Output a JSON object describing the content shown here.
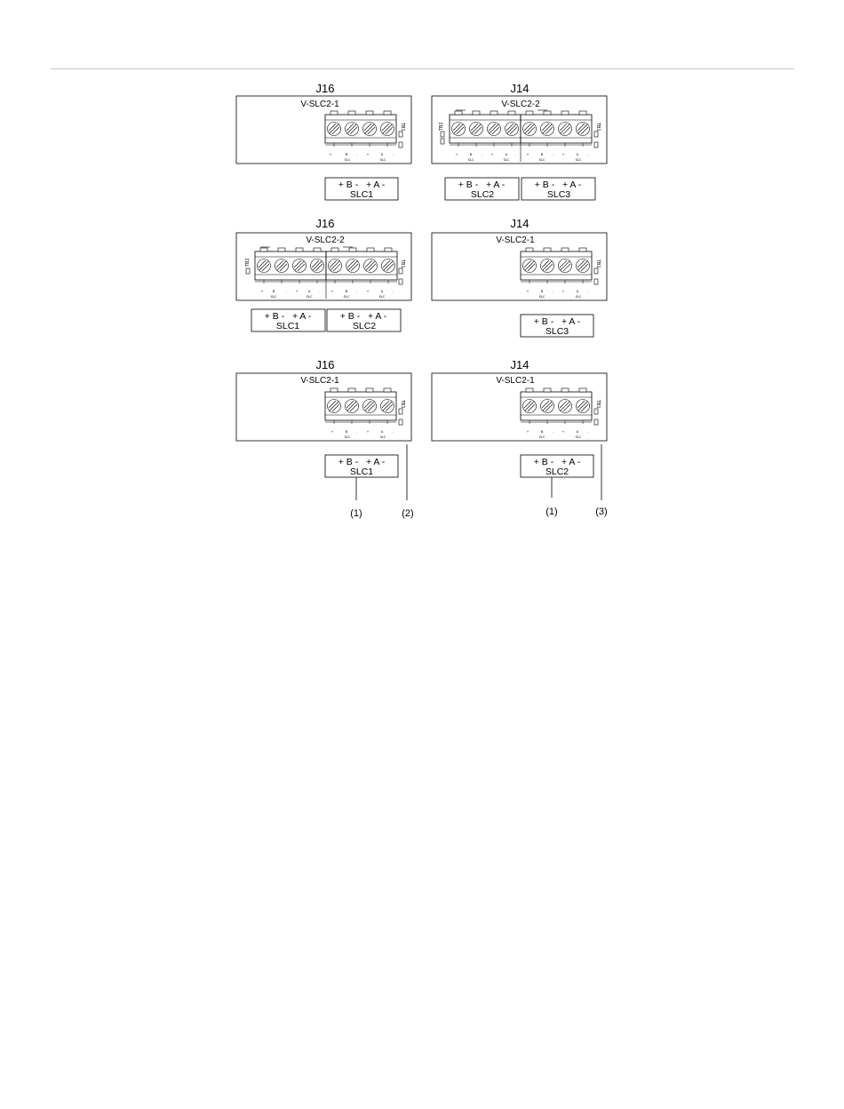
{
  "diagram": {
    "rows": [
      {
        "left": {
          "header": "J16",
          "module": "V-SLC2-1",
          "connectors": [
            {
              "pins": "+ B -   + A -",
              "name": "SLC1"
            }
          ]
        },
        "right": {
          "header": "J14",
          "module": "V-SLC2-2",
          "connectors": [
            {
              "pins": "+ B -   + A -",
              "name": "SLC2"
            },
            {
              "pins": "+ B -   + A -",
              "name": "SLC3"
            }
          ]
        }
      },
      {
        "left": {
          "header": "J16",
          "module": "V-SLC2-2",
          "connectors": [
            {
              "pins": "+ B -   + A -",
              "name": "SLC1"
            },
            {
              "pins": "+ B -   + A -",
              "name": "SLC2"
            }
          ]
        },
        "right": {
          "header": "J14",
          "module": "V-SLC2-1",
          "connectors": [
            {
              "pins": "+ B -   + A -",
              "name": "SLC3"
            }
          ]
        }
      },
      {
        "left": {
          "header": "J16",
          "module": "V-SLC2-1",
          "connectors": [
            {
              "pins": "+ B -   + A -",
              "name": "SLC1"
            }
          ]
        },
        "right": {
          "header": "J14",
          "module": "V-SLC2-1",
          "connectors": [
            {
              "pins": "+ B -   + A -",
              "name": "SLC2"
            }
          ]
        }
      }
    ],
    "callouts": [
      "(1)",
      "(2)",
      "(1)",
      "(3)"
    ],
    "pcb": {
      "tb1": "TB1",
      "tb2": "TB2",
      "slc": "SLC",
      "b": "B",
      "a": "A",
      "plus": "+",
      "minus": "-"
    }
  }
}
